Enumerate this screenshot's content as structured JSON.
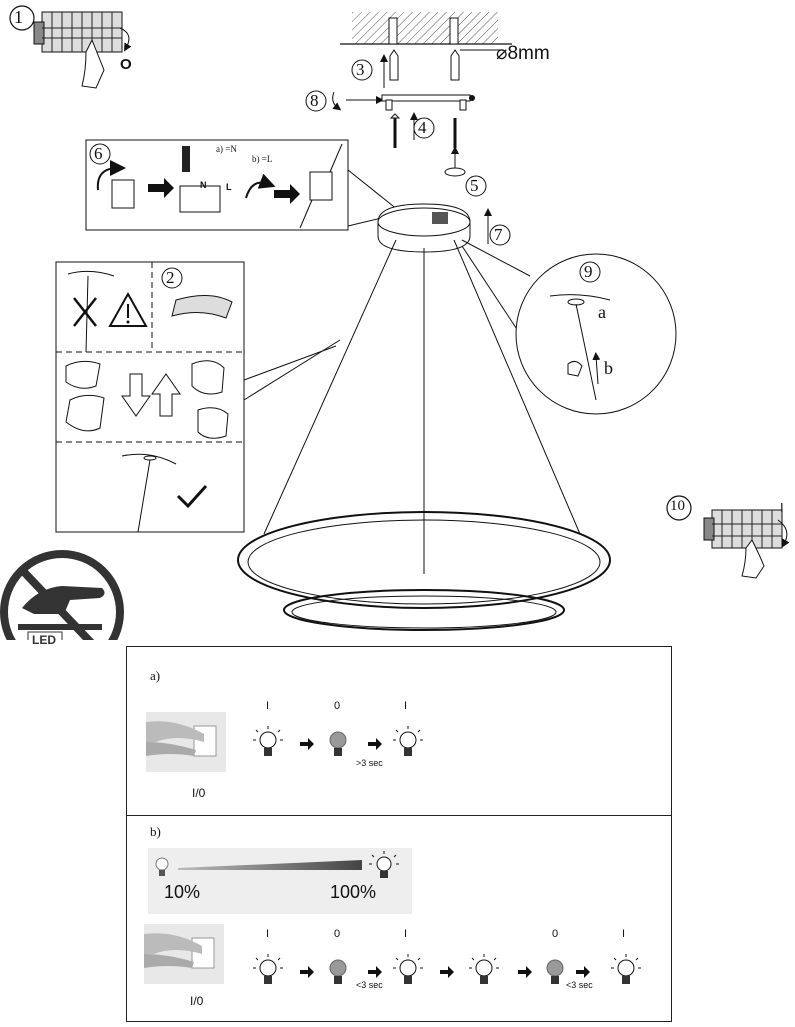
{
  "steps": {
    "s1": "1",
    "s2": "2",
    "s3": "3",
    "s4": "4",
    "s5": "5",
    "s6": "6",
    "s7": "7",
    "s8": "8",
    "s9": "9",
    "s10": "10"
  },
  "drill_size": "⌀8mm",
  "switch_off_mark": "O",
  "switch_on_mark": "I",
  "wiring": {
    "neutral": "a) =N",
    "live": "b) =L",
    "n": "N",
    "l": "L"
  },
  "hook": {
    "a": "a",
    "b": "b"
  },
  "warning_badge": "LED",
  "sectionA": {
    "label": "a)",
    "states": [
      "I",
      "0",
      "I"
    ],
    "delay": ">3 sec",
    "switch_label": "I/0"
  },
  "sectionB": {
    "label": "b)",
    "dim_min": "10%",
    "dim_max": "100%",
    "states": [
      "I",
      "0",
      "I",
      "0",
      "I"
    ],
    "delay1": "<3 sec",
    "delay2": "<3 sec",
    "switch_label": "I/0"
  }
}
